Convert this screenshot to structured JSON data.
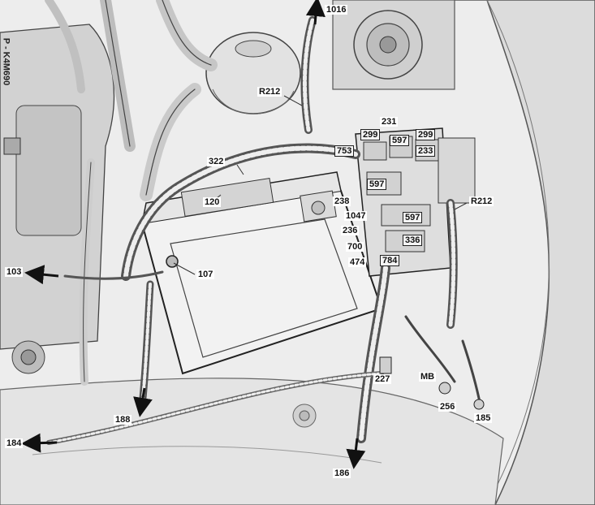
{
  "side_code": "P - K4M690",
  "labels": {
    "l1016": "1016",
    "r212_top": "R212",
    "r212_right": "R212",
    "l231": "231",
    "l299a": "299",
    "l299b": "299",
    "l753": "753",
    "l597a": "597",
    "l233": "233",
    "l322": "322",
    "l597b": "597",
    "l120": "120",
    "l238": "238",
    "l1047": "1047",
    "l597c": "597",
    "l236": "236",
    "l336": "336",
    "l700": "700",
    "l474": "474",
    "l784": "784",
    "l103": "103",
    "l107": "107",
    "l227": "227",
    "mb": "MB",
    "l256": "256",
    "l185": "185",
    "l188": "188",
    "l184": "184",
    "l186": "186"
  }
}
